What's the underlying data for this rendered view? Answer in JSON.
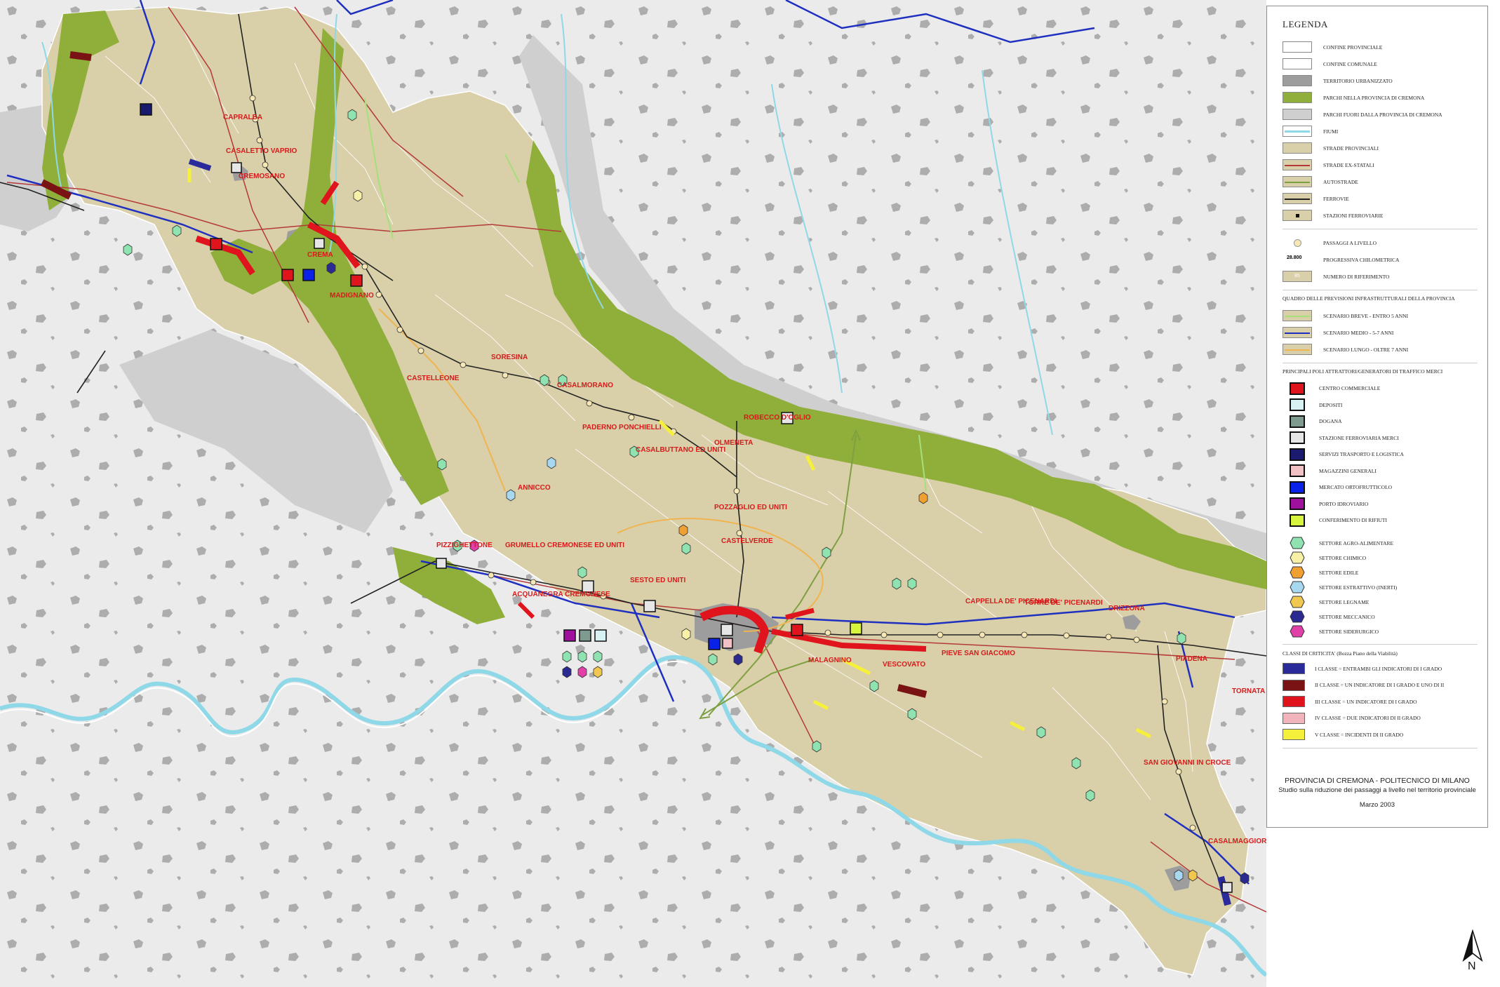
{
  "legend": {
    "title": "LEGENDA",
    "base_items": [
      {
        "label": "CONFINE PROVINCIALE",
        "swatch": "line-white",
        "color": "#ffffff"
      },
      {
        "label": "CONFINE COMUNALE",
        "swatch": "line-white",
        "color": "#ffffff"
      },
      {
        "label": "TERRITORIO URBANIZZATO",
        "swatch": "fill",
        "color": "#9d9d9d"
      },
      {
        "label": "PARCHI NELLA PROVINCIA DI CREMONA",
        "swatch": "fill",
        "color": "#8faf3a"
      },
      {
        "label": "PARCHI FUORI DALLA PROVINCIA DI CREMONA",
        "swatch": "fill",
        "color": "#cfcfcf"
      },
      {
        "label": "FIUMI",
        "swatch": "line-river",
        "color": "#8fd8e8"
      },
      {
        "label": "STRADE PROVINCIALI",
        "swatch": "fill",
        "color": "#d9cfa9"
      },
      {
        "label": "STRADE EX-STATALI",
        "swatch": "line",
        "color": "#b43a3a"
      },
      {
        "label": "AUTOSTRADE",
        "swatch": "line",
        "color": "#7fa040"
      },
      {
        "label": "FERROVIE",
        "swatch": "line",
        "color": "#222222"
      },
      {
        "label": "STAZIONI FERROVIARIE",
        "swatch": "dot",
        "color": "#111111"
      }
    ],
    "ref_items": [
      {
        "label": "PASSAGGI A LIVELLO",
        "swatch": "circle",
        "color": "#f6e7b5"
      },
      {
        "label": "PROGRESSIVA CHILOMETRICA",
        "swatch": "text",
        "text": "28.800"
      },
      {
        "label": "NUMERO DI RIFERIMENTO",
        "swatch": "numbox",
        "text": "85"
      }
    ],
    "scenario_title": "QUADRO DELLE PREVISIONI INFRASTRUTTURALI DELLA PROVINCIA",
    "scenario_items": [
      {
        "label": "SCENARIO BREVE - ENTRO 5 ANNI",
        "color": "#a6e07a"
      },
      {
        "label": "SCENARIO MEDIO - 5-7 ANNI",
        "color": "#1f2fbf"
      },
      {
        "label": "SCENARIO LUNGO - OLTRE 7 ANNI",
        "color": "#f0b450"
      }
    ],
    "poles_title": "PRINCIPALI POLI ATTRATTORI/GENERATORI DI TRAFFICO MERCI",
    "pole_items": [
      {
        "label": "CENTRO COMMERCIALE",
        "color": "#e0141c"
      },
      {
        "label": "DEPOSITI",
        "color": "#d6f2f2"
      },
      {
        "label": "DOGANA",
        "color": "#7f9a8e"
      },
      {
        "label": "STAZIONE FERROVIARIA MERCI",
        "color": "#e6e6e6"
      },
      {
        "label": "SERVIZI TRASPORTO E LOGISTICA",
        "color": "#1a1a6e"
      },
      {
        "label": "MAGAZZINI GENERALI",
        "color": "#f2c1c6"
      },
      {
        "label": "MERCATO ORTOFRUTTICOLO",
        "color": "#0a22e8"
      },
      {
        "label": "PORTO IDROVIARIO",
        "color": "#a0109e"
      },
      {
        "label": "CONFERIMENTO DI RIFIUTI",
        "color": "#d6f53c"
      }
    ],
    "sector_items": [
      {
        "label": "SETTORE AGRO-ALIMENTARE",
        "color": "#8fe3b0"
      },
      {
        "label": "SETTORE CHIMICO",
        "color": "#f7f0a6"
      },
      {
        "label": "SETTORE EDILE",
        "color": "#f0a030"
      },
      {
        "label": "SETTORE ESTRATTIVO (INERTI)",
        "color": "#a8d8f0"
      },
      {
        "label": "SETTORE LEGNAME",
        "color": "#f0c850"
      },
      {
        "label": "SETTORE MECCANICO",
        "color": "#2a2a90"
      },
      {
        "label": "SETTORE SIDERURGICO",
        "color": "#e040a8"
      }
    ],
    "criticity_title": "CLASSI DI CRITICITA' (Bozza Piano della Viabilità)",
    "criticity_items": [
      {
        "label": "I CLASSE = ENTRAMBI GLI INDICATORI DI I GRADO",
        "color": "#2a2a9a"
      },
      {
        "label": "II CLASSE = UN INDICATORE DI I GRADO E UNO DI II",
        "color": "#7a1414"
      },
      {
        "label": "III CLASSE = UN INDICATORE DI I GRADO",
        "color": "#e0141c"
      },
      {
        "label": "IV CLASSE = DUE INDICATORI DI II GRADO",
        "color": "#f2b4bc"
      },
      {
        "label": "V CLASSE = INCIDENTI DI II GRADO",
        "color": "#f5f03c"
      }
    ],
    "footer_line1": "PROVINCIA DI CREMONA - POLITECNICO DI MILANO",
    "footer_line2": "Studio sulla riduzione dei passaggi a livello nel territorio provinciale",
    "footer_date": "Marzo 2003"
  },
  "places": [
    "CAPRALBA",
    "CASALETTO VAPRIO",
    "CREMOSANO",
    "CREMA",
    "MADIGNANO",
    "CASTELLEONE",
    "SORESINA",
    "CASALMORANO",
    "PADERNO PONCHIELLI",
    "ANNICCO",
    "CASALBUTTANO ED UNITI",
    "ROBECCO D'OGLIO",
    "OLMENETA",
    "POZZAGLIO ED UNITI",
    "CASTELVERDE",
    "GRUMELLO CREMONESE ED UNITI",
    "ACQUANEGRA CREMONESE",
    "SESTO ED UNITI",
    "PIZZIGHETTONE",
    "MALAGNINO",
    "VESCOVATO",
    "PIEVE SAN GIACOMO",
    "CAPPELLA DE' PICENARDI",
    "TORRE DE' PICENARDI",
    "DRIZZONA",
    "PIADENA",
    "TORNATA",
    "SAN GIOVANNI IN CROCE",
    "CASALMAGGIORE"
  ],
  "north_label": "N",
  "colors": {
    "background": "#ebebeb",
    "province": "#d9cfa9",
    "park": "#8faf3a",
    "outer_park": "#cfcfcf",
    "urban": "#9d9d9d",
    "river": "#8fd8e8",
    "railway": "#222222"
  }
}
